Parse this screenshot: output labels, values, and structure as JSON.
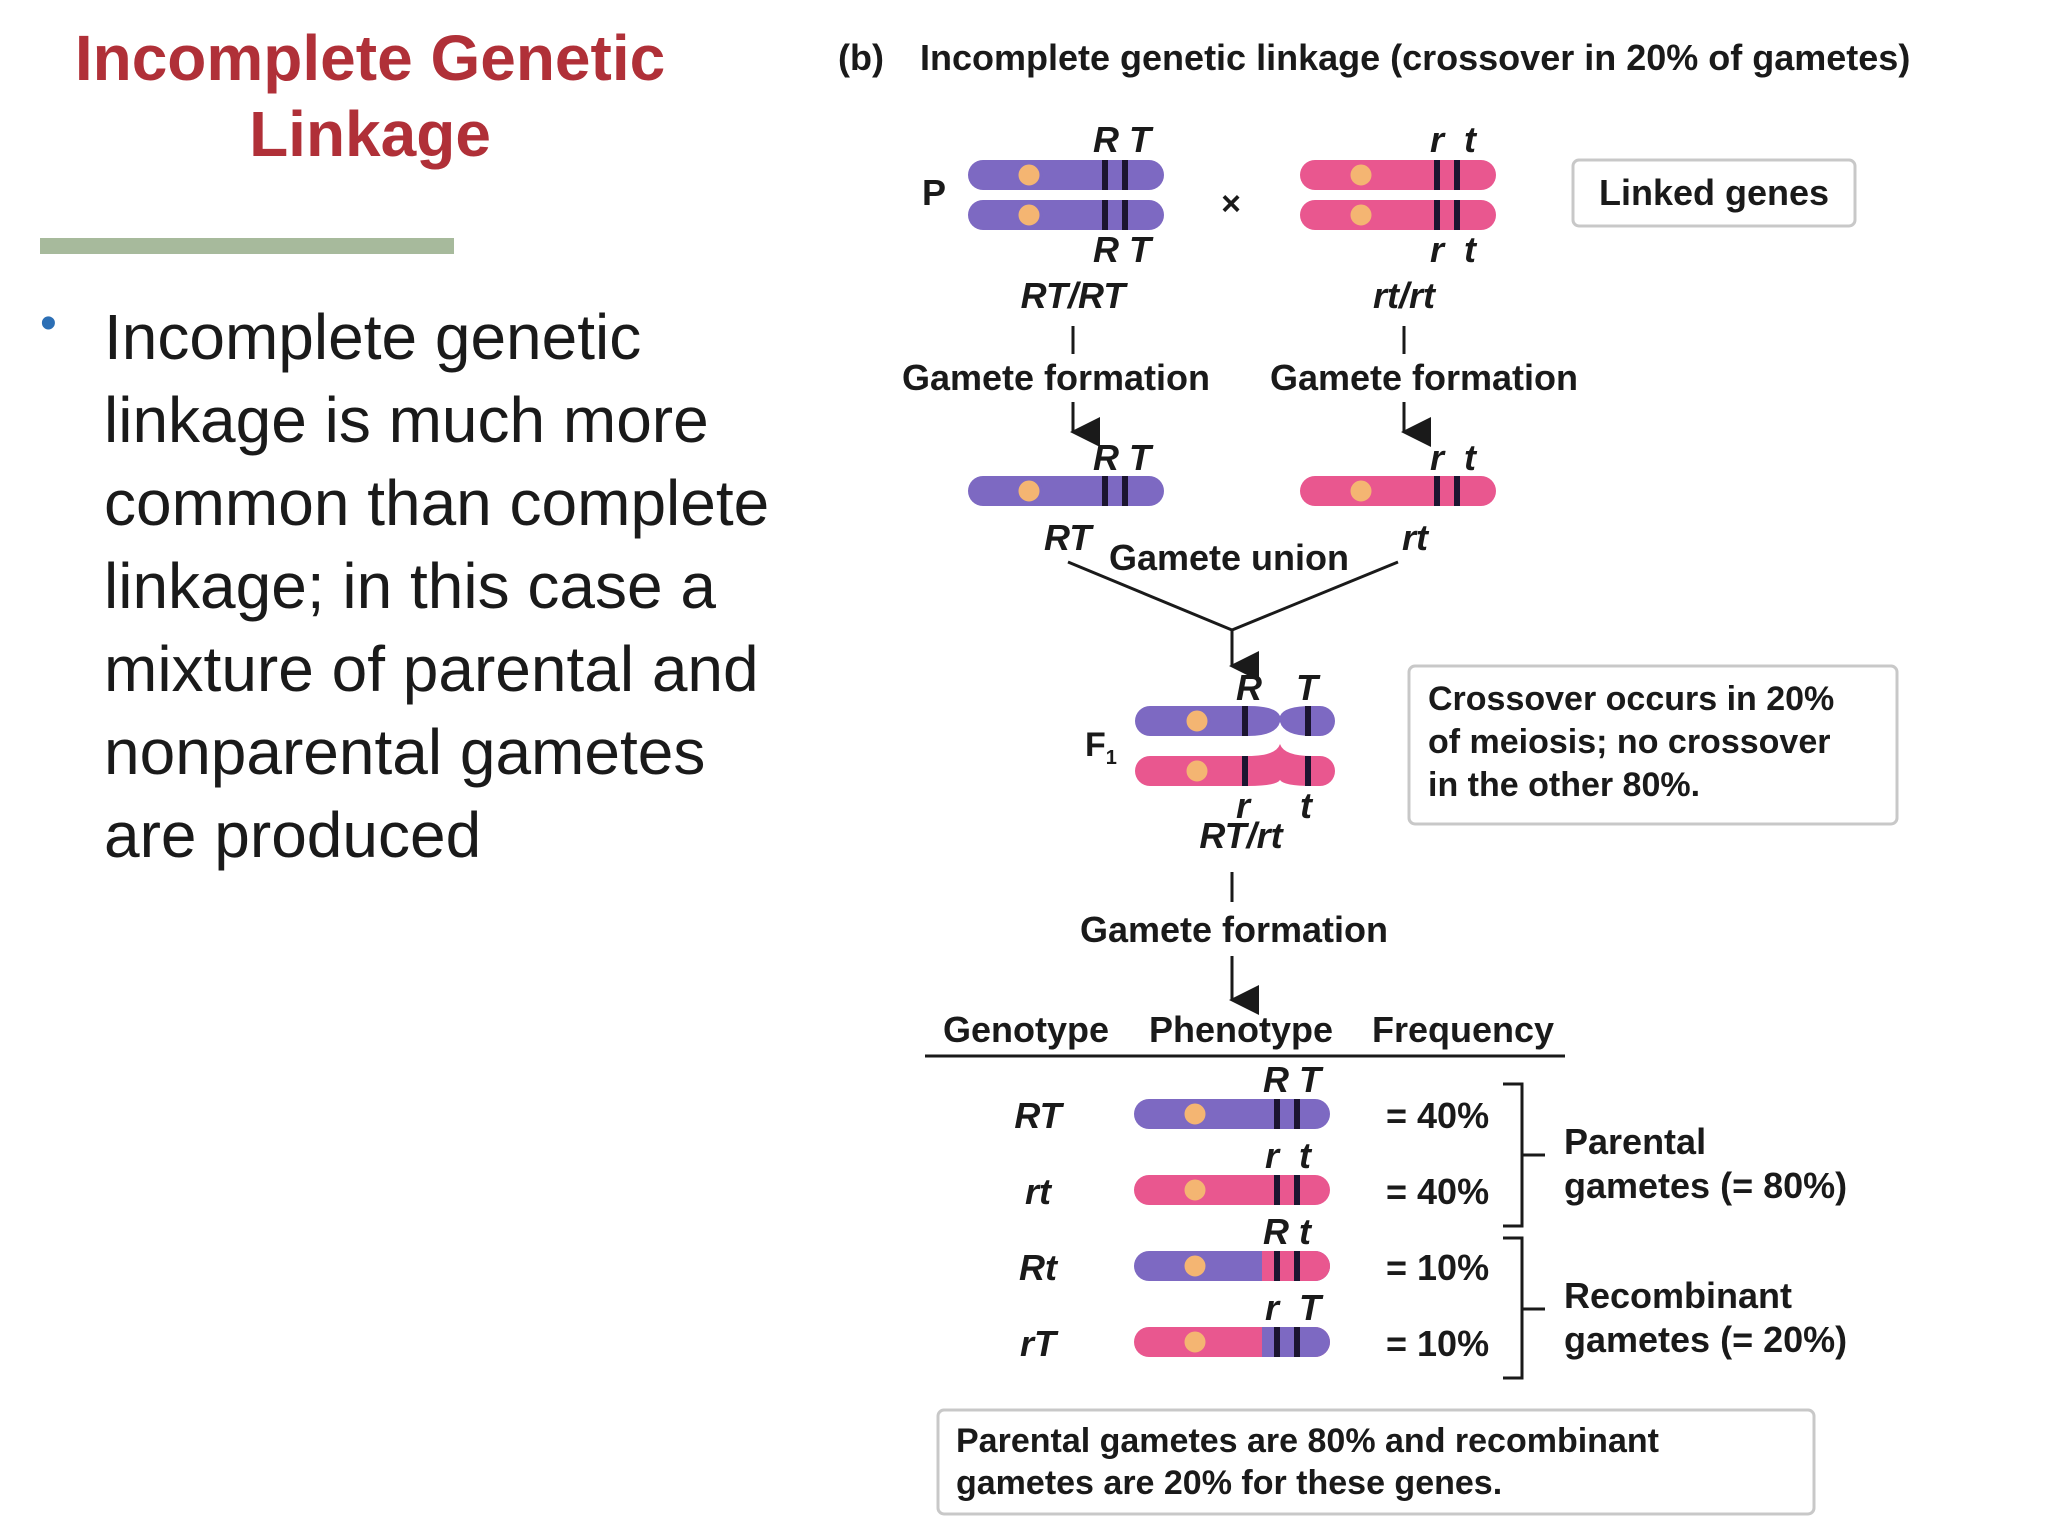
{
  "slide": {
    "title_line1": "Incomplete Genetic",
    "title_line2": "Linkage",
    "bullet": "Incomplete genetic linkage is much more common than complete linkage; in this case a mixture of parental and nonparental gametes are produced"
  },
  "diagram": {
    "panel_label": "(b)",
    "panel_title": "Incomplete genetic linkage (crossover in 20% of gametes)",
    "p_label": "P",
    "cross_symbol": "×",
    "linked_genes_label": "Linked genes",
    "parent_left_top_label": "R T",
    "parent_left_bottom_label": "R T",
    "parent_left_genotype": "RT/RT",
    "parent_right_top_label": "r  t",
    "parent_right_bottom_label": "r  t",
    "parent_right_genotype": "rt/rt",
    "gamete_formation_left": "Gamete formation",
    "gamete_formation_right": "Gamete formation",
    "gamete_left_label": "R T",
    "gamete_right_label": "r  t",
    "gamete_left_name": "RT",
    "gamete_right_name": "rt",
    "gamete_union": "Gamete union",
    "f1_label": "F",
    "f1_subscript": "1",
    "f1_top_R": "R",
    "f1_top_T": "T",
    "f1_bottom_r": "r",
    "f1_bottom_t": "t",
    "f1_genotype": "RT/rt",
    "crossover_note": [
      "Crossover occurs in 20%",
      "of meiosis; no crossover",
      "in the other 80%."
    ],
    "gamete_formation_f1": "Gamete formation",
    "table_headers": [
      "Genotype",
      "Phenotype",
      "Frequency"
    ],
    "rows": [
      {
        "genotype": "RT",
        "chrom_label": "R T",
        "frequency": "= 40%"
      },
      {
        "genotype": "rt",
        "chrom_label": "r  t",
        "frequency": "= 40%"
      },
      {
        "genotype": "Rt",
        "chrom_label": "R t",
        "frequency": "= 10%"
      },
      {
        "genotype": "rT",
        "chrom_label": "r  T",
        "frequency": "= 10%"
      }
    ],
    "parental_group": [
      "Parental",
      "gametes (= 80%)"
    ],
    "recombinant_group": [
      "Recombinant",
      "gametes (= 20%)"
    ],
    "summary_note": [
      "Parental gametes are 80% and recombinant",
      "gametes are 20% for these genes."
    ]
  },
  "colors": {
    "title": "#b03038",
    "purple": "#7d69c2",
    "pink": "#e9578f",
    "centromere": "#f4b572",
    "band": "#1b1530",
    "rule": "#a7ba9c",
    "bullet": "#2c6fb5"
  }
}
